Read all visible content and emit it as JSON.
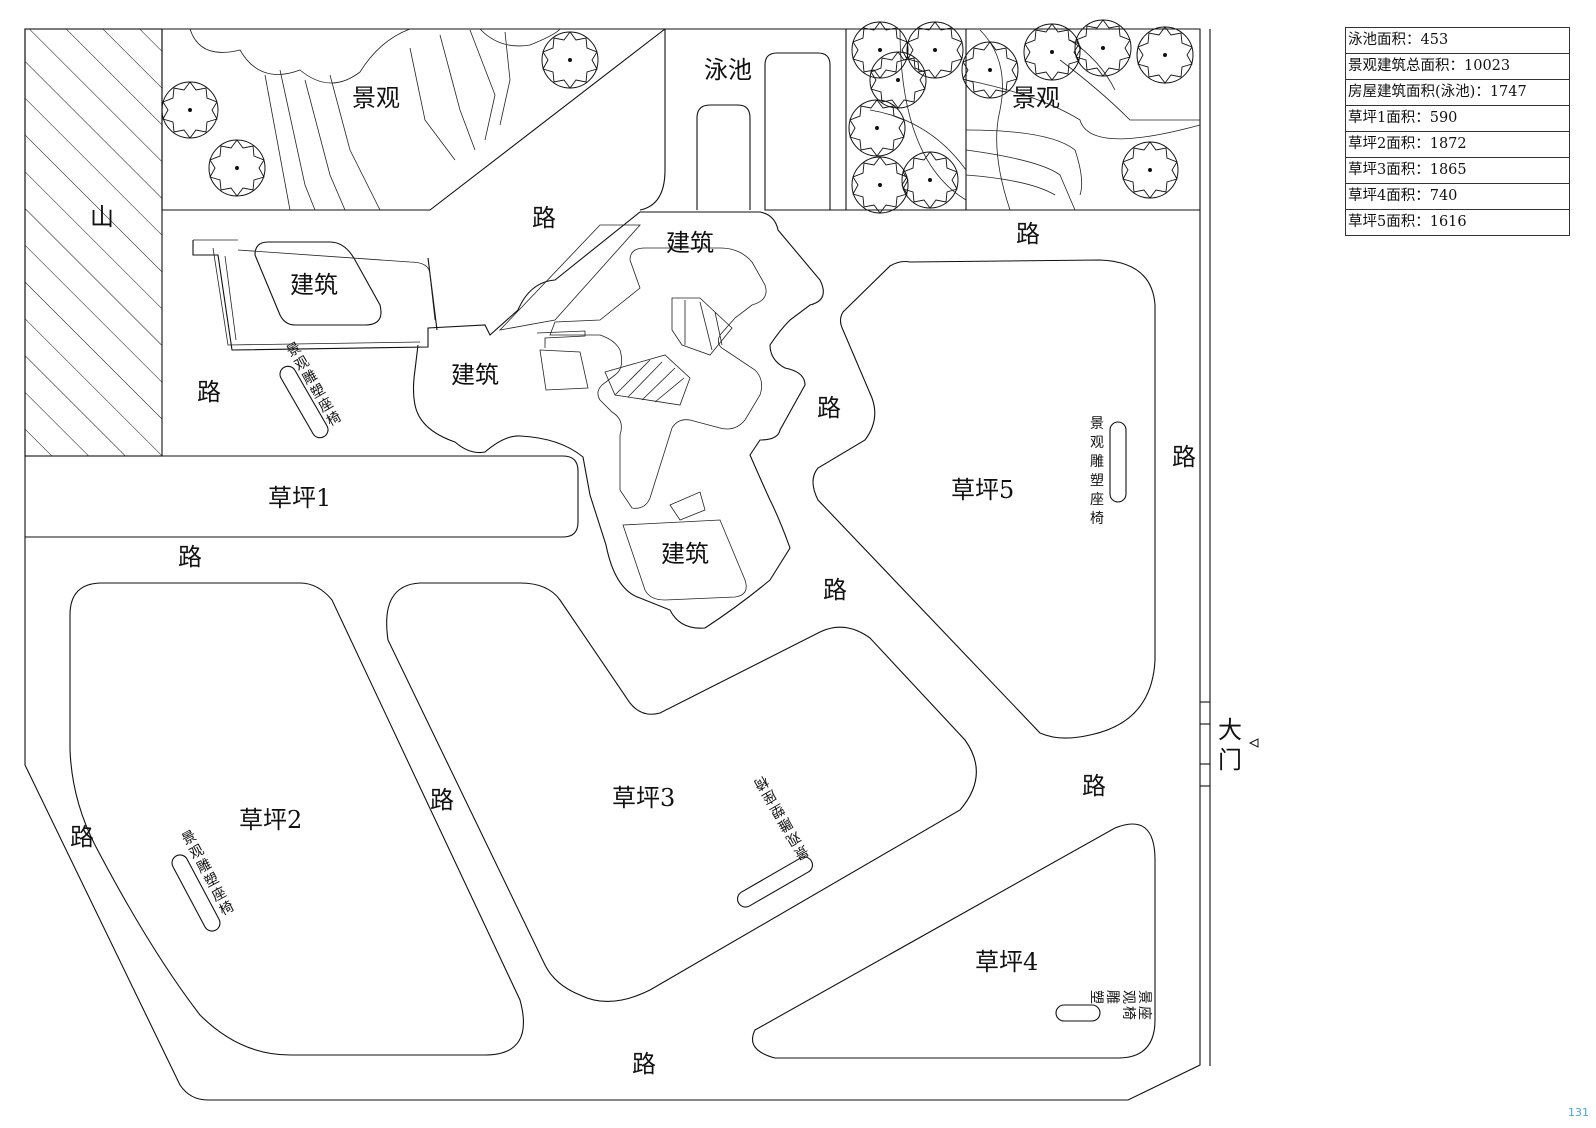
{
  "labels": {
    "mountain": "山",
    "landscape": "景观",
    "pool": "泳池",
    "road": "路",
    "building": "建筑",
    "lawn1": "草坪1",
    "lawn2": "草坪2",
    "lawn3": "草坪3",
    "lawn4": "草坪4",
    "lawn5": "草坪5",
    "gate_1": "大",
    "gate_2": "门",
    "bench": [
      "景",
      "观",
      "雕",
      "塑",
      "座",
      "椅"
    ]
  },
  "area_table": [
    {
      "label": "泳池面积：",
      "value": "453"
    },
    {
      "label": "景观建筑总面积：",
      "value": "10023"
    },
    {
      "label": "房屋建筑面积(泳池)：",
      "value": "1747"
    },
    {
      "label": "草坪1面积：",
      "value": "590"
    },
    {
      "label": "草坪2面积：",
      "value": "1872"
    },
    {
      "label": "草坪3面积：",
      "value": "1865"
    },
    {
      "label": "草坪4面积：",
      "value": "740"
    },
    {
      "label": "草坪5面积：",
      "value": "1616"
    }
  ],
  "page_number": "131",
  "colors": {
    "line": "#111111",
    "page_number": "#4aa3d8"
  }
}
